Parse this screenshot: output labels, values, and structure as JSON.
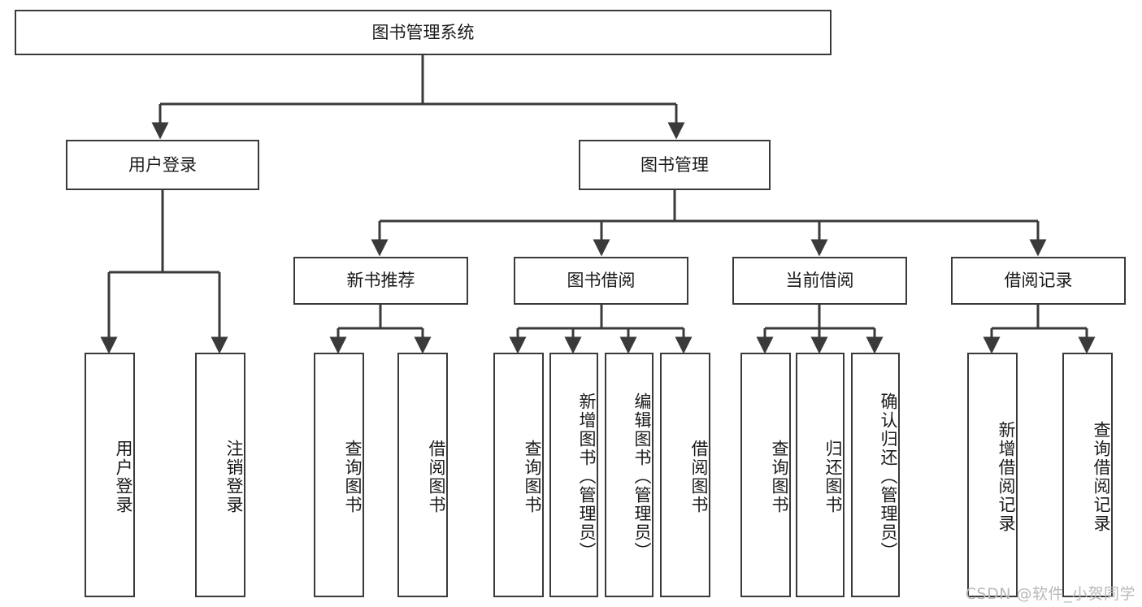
{
  "diagram": {
    "title_node": {
      "label": "图书管理系统"
    },
    "level2": [
      {
        "label": "用户登录"
      },
      {
        "label": "图书管理"
      }
    ],
    "level3": [
      {
        "label": "新书推荐"
      },
      {
        "label": "图书借阅"
      },
      {
        "label": "当前借阅"
      },
      {
        "label": "借阅记录"
      }
    ],
    "leaves": {
      "user_login": [
        {
          "label": "用户登录"
        },
        {
          "label": "注销登录"
        }
      ],
      "new_book_recommend": [
        {
          "label": "查询图书"
        },
        {
          "label": "借阅图书"
        }
      ],
      "book_borrow": [
        {
          "label": "查询图书"
        },
        {
          "label": "新增图书（管理员）"
        },
        {
          "label": "编辑图书（管理员）"
        },
        {
          "label": "借阅图书"
        }
      ],
      "current_borrow": [
        {
          "label": "查询图书"
        },
        {
          "label": "归还图书"
        },
        {
          "label": "确认归还（管理员）"
        }
      ],
      "borrow_records": [
        {
          "label": "新增借阅记录"
        },
        {
          "label": "查询借阅记录"
        }
      ]
    }
  },
  "watermark": {
    "text": "CSDN @软件_小贺同学"
  },
  "colors": {
    "border": "#3a3a3a",
    "text": "#1a1a1a",
    "background": "#ffffff",
    "watermark": "#b9b9b9"
  }
}
